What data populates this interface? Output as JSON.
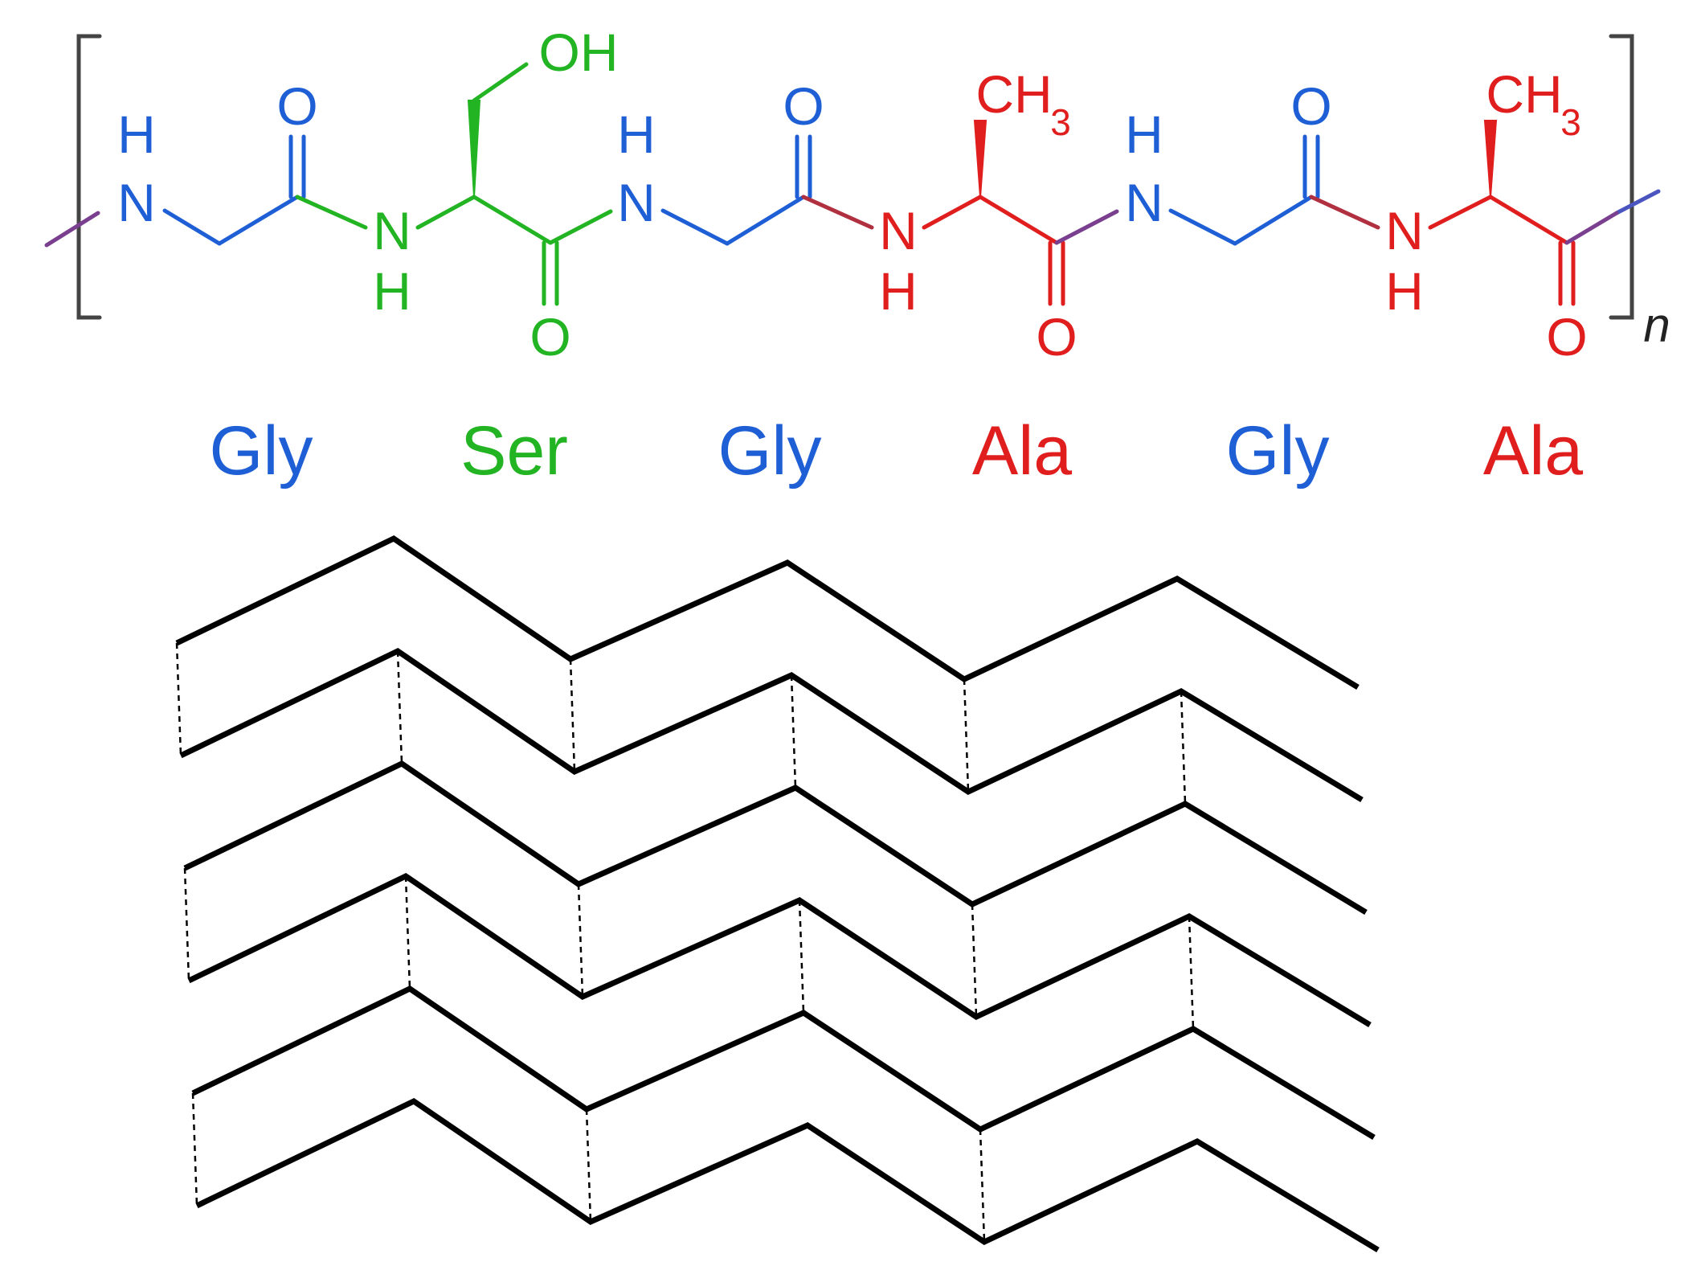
{
  "colors": {
    "gly": "#1f5fd6",
    "ser": "#22b422",
    "ala": "#e01e1e",
    "bracket": "#444444",
    "sheet": "#000000",
    "hbond": "#000000",
    "cap": "#7a3f8f"
  },
  "structure": {
    "repeat_label": "n",
    "atoms": {
      "gly1_N": "N",
      "gly1_H": "H",
      "gly1_O": "O",
      "ser_N": "N",
      "ser_H": "H",
      "ser_O": "O",
      "ser_OH": "OH",
      "gly2_N": "N",
      "gly2_H": "H",
      "gly2_O": "O",
      "ala1_N": "N",
      "ala1_H": "H",
      "ala1_O": "O",
      "ala1_CH": "CH",
      "ala1_3": "3",
      "gly3_N": "N",
      "gly3_H": "H",
      "gly3_O": "O",
      "ala2_N": "N",
      "ala2_H": "H",
      "ala2_O": "O",
      "ala2_CH": "CH",
      "ala2_3": "3"
    }
  },
  "residues": [
    "Gly",
    "Ser",
    "Gly",
    "Ala",
    "Gly",
    "Ala"
  ],
  "sheet": {
    "strand_count": 6,
    "description_icon": "beta-sheet-zigzag"
  }
}
